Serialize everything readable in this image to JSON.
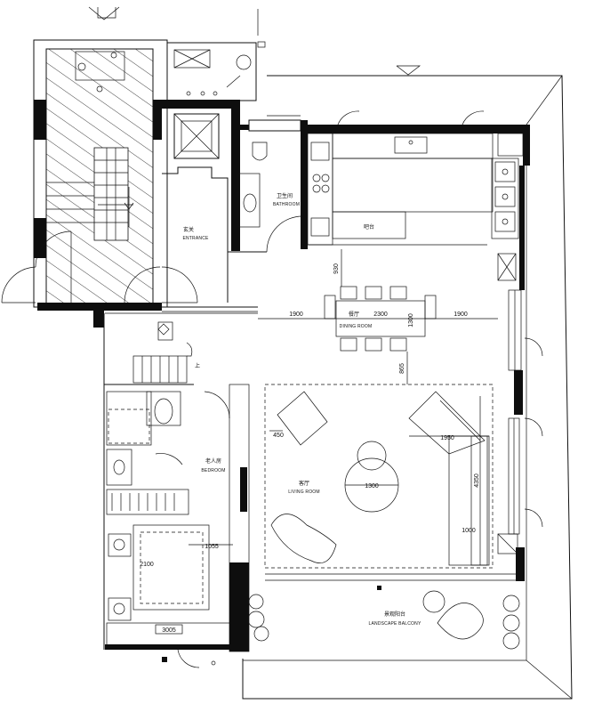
{
  "rooms": {
    "entrance": {
      "zh": "玄关",
      "en": "ENTRANCE"
    },
    "bathroom": {
      "zh": "卫生间",
      "en": "BATHROOM"
    },
    "bar": {
      "zh": "吧台",
      "en": ""
    },
    "dining": {
      "zh": "餐厅",
      "en": "DINING ROOM"
    },
    "bedroom": {
      "zh": "老人房",
      "en": "BEDROOM"
    },
    "living": {
      "zh": "客厅",
      "en": "LIVING ROOM"
    },
    "terrace": {
      "zh": "景观阳台",
      "en": "LANDSCAPE BALCONY"
    }
  },
  "stair_label": "上",
  "dimensions": {
    "d930": "930",
    "d1900a": "1900",
    "d2300": "2300",
    "d1900b": "1900",
    "d1300a": "1300",
    "d865": "865",
    "d450": "450",
    "d1950": "1950",
    "d1300b": "1300",
    "d4350": "4350",
    "d1000": "1000",
    "d2100": "2100",
    "d1055": "1055",
    "d3005": "3005"
  }
}
